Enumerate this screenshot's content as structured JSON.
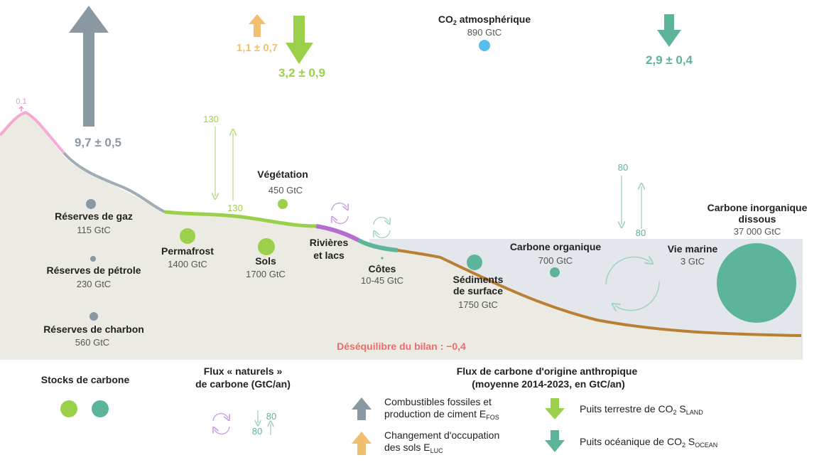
{
  "colors": {
    "fossil": "#8a98a2",
    "land_use": "#f0c070",
    "land_sink": "#9ad04a",
    "ocean_sink": "#5cb59a",
    "atmo": "#55bfee",
    "pink": "#f58fc8",
    "purple": "#b36fd0",
    "sediment": "#b98034",
    "ground": "#ecebe3",
    "water": "#e3e6ea",
    "imbalance": "#ef6b6b",
    "dark_text": "#222222",
    "grey_text": "#555555"
  },
  "atmosphere": {
    "title": "CO",
    "sub": "2",
    "title_rest": " atmosphérique",
    "value": "890 GtC"
  },
  "fluxes": {
    "volcano": "0.1",
    "fossil": "9,7 ± 0,5",
    "land_use": "1,1 ± 0,7",
    "land_sink": "3,2 ± 0,9",
    "ocean_sink": "2,9 ± 0,4",
    "land_natural_down": "130",
    "land_natural_up": "130",
    "ocean_natural_down": "80",
    "ocean_natural_up": "80"
  },
  "stocks": {
    "gas": {
      "name": "Réserves de gaz",
      "value": "115 GtC"
    },
    "oil": {
      "name": "Réserves de pétrole",
      "value": "230 GtC"
    },
    "coal": {
      "name": "Réserves de charbon",
      "value": "560 GtC"
    },
    "permafrost": {
      "name": "Permafrost",
      "value": "1400 GtC"
    },
    "vegetation": {
      "name": "Végétation",
      "value": "450 GtC"
    },
    "soils": {
      "name": "Sols",
      "value": "1700 GtC"
    },
    "rivers_l1": "Rivières",
    "rivers_l2": "et lacs",
    "coasts": {
      "name": "Côtes",
      "value": "10-45 GtC"
    },
    "sediments_l1": "Sédiments",
    "sediments_l2": "de surface",
    "sediments_value": "1750 GtC",
    "organic": {
      "name": "Carbone organique",
      "value": "700 GtC"
    },
    "marine": {
      "name": "Vie marine",
      "value": "3 GtC"
    },
    "dic_l1": "Carbone inorganique",
    "dic_l2": "dissous",
    "dic_value": "37 000 GtC"
  },
  "imbalance": "Déséquilibre du bilan :  −0,4",
  "legend": {
    "stocks_title": "Stocks de carbone",
    "natural_l1": "Flux « naturels »",
    "natural_l2": "de carbone (GtC/an)",
    "natural_down": "80",
    "natural_up": "80",
    "anthro_l1": "Flux de carbone d'origine anthropique",
    "anthro_l2": "(moyenne 2014-2023, en GtC/an)",
    "fossil_l1": "Combustibles fossiles et",
    "fossil_l2": "production de ciment E",
    "fossil_sub": "FOS",
    "luc_l1": "Changement d'occupation",
    "luc_l2": "des sols E",
    "luc_sub": "LUC",
    "land_label": "Puits terrestre de CO",
    "land_co2_sub": "2",
    "land_sub": " S",
    "land_sub2": "LAND",
    "ocean_label": "Puits océanique de CO",
    "ocean_co2_sub": "2",
    "ocean_sub": " S",
    "ocean_sub2": "OCEAN"
  }
}
